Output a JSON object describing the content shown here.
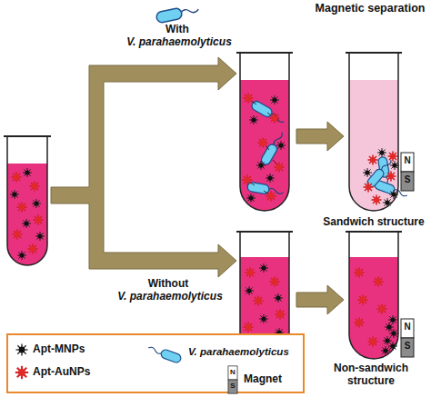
{
  "diagram": {
    "labels": [
      "Magnetic separation",
      "With",
      "V. parahaemolyticus",
      "Without",
      "V. parahaemolyticus",
      "Sandwich structure",
      "N",
      "S",
      "Non-sandwich structure",
      "N",
      "S",
      "N",
      "S"
    ],
    "legend": [
      {
        "text": "Apt-MNPs"
      },
      {
        "text": "Apt-AuNPs"
      },
      {
        "text": "V. parahaemolyticus"
      },
      {
        "text": "Magnet"
      }
    ]
  }
}
